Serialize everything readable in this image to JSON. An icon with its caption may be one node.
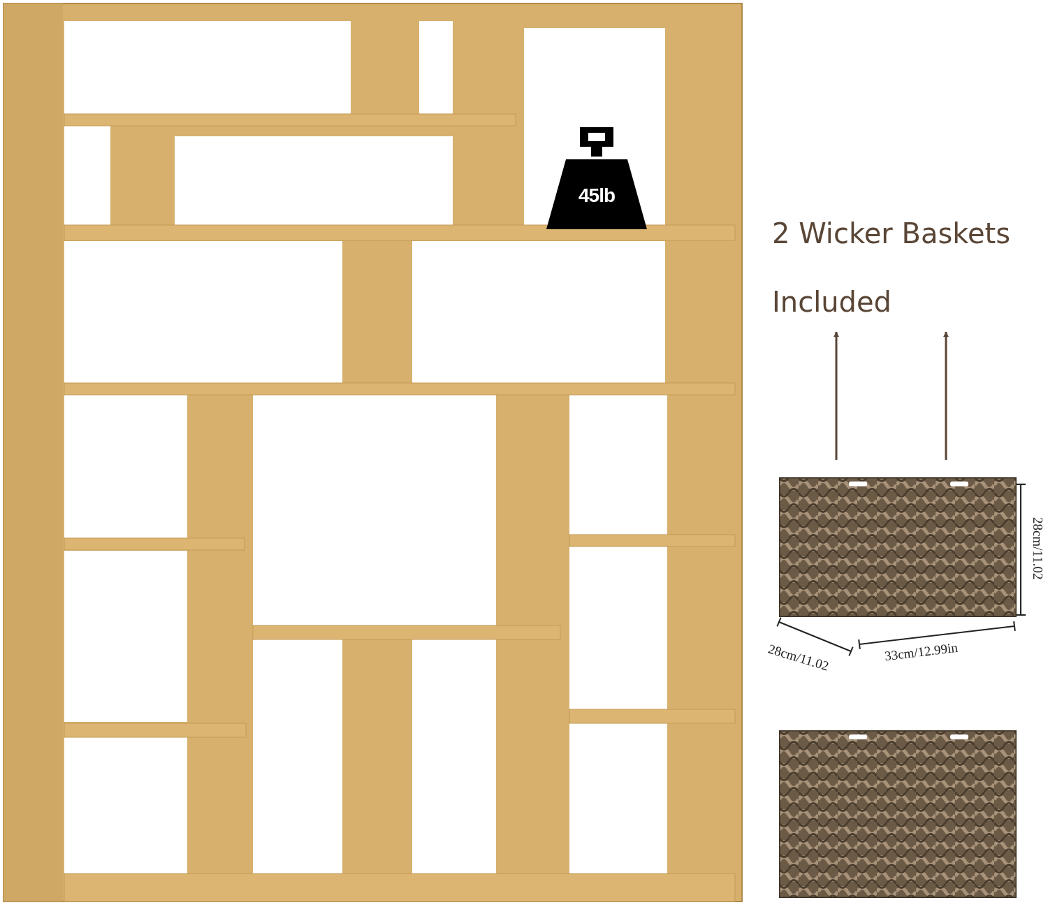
{
  "diagram": {
    "nodes": [
      {
        "text": [
          "2 Wicker Baskets Included"
        ]
      },
      {
        "text": [],
        "shape": "picture"
      },
      {
        "text": [],
        "shape": "picture"
      },
      {
        "text": [
          "45lb"
        ]
      }
    ],
    "edges": [
      {
        "from": 1,
        "to": 0,
        "arrow": "to"
      },
      {
        "from": 1,
        "to": 0,
        "arrow": "to"
      }
    ],
    "labels": [
      "28cm/11.02",
      "28cm/11.02",
      "33cm/12.99in"
    ]
  }
}
